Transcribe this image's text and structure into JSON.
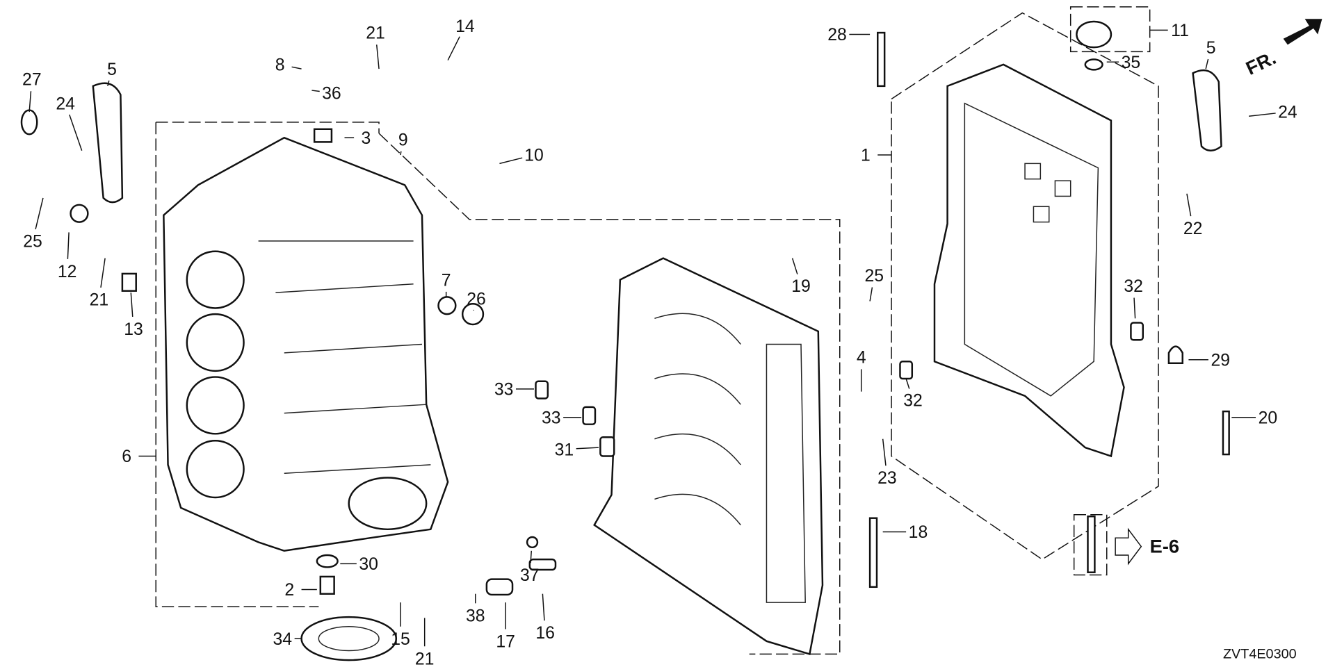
{
  "diagram": {
    "callouts": [
      "27",
      "24",
      "5",
      "25",
      "12",
      "21",
      "13",
      "21",
      "14",
      "8",
      "36",
      "3",
      "9",
      "10",
      "7",
      "26",
      "6",
      "33",
      "33",
      "31",
      "30",
      "2",
      "34",
      "15",
      "21",
      "38",
      "17",
      "37",
      "16",
      "19",
      "25",
      "4",
      "23",
      "18",
      "28",
      "11",
      "35",
      "5",
      "24",
      "1",
      "22",
      "32",
      "32",
      "29",
      "20"
    ],
    "reference": {
      "arrow_label": "E-6"
    },
    "direction": {
      "label": "FR."
    },
    "drawing_code": "ZVT4E0300"
  }
}
